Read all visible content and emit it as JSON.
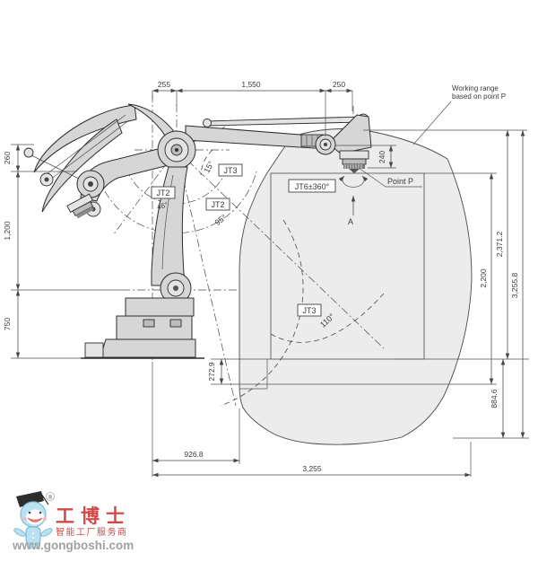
{
  "title": "Robot working range diagram",
  "dims": {
    "top": [
      "255",
      "1,550",
      "250"
    ],
    "left": [
      "260",
      "1,200",
      "750"
    ],
    "right": [
      "240",
      "2,200",
      "2,371.2",
      "3,255.8",
      "884.6"
    ],
    "bottom": [
      "926.8",
      "3,255",
      "272.9"
    ]
  },
  "joints": {
    "jt2": "JT2",
    "jt3": "JT3",
    "jt6": "JT6±360°"
  },
  "angles": {
    "jt3_upper": "15°",
    "jt2_min": "46°",
    "jt2_max": "95°",
    "jt3_lower": "110°"
  },
  "notes": {
    "working_range_1": "Working range",
    "working_range_2": "based on point P",
    "point_p": "Point P",
    "section_a": "A"
  },
  "logo": {
    "brand": "工博士",
    "registered": "®",
    "tagline": "智能工厂服务商",
    "url": "www.gongboshi.com"
  },
  "colors": {
    "envelope": "#ececec",
    "robot_fill": "#d6d6d6",
    "line": "#474747",
    "brand_red": "#cf3a3a",
    "mascot_blue": "#b5dff0"
  }
}
